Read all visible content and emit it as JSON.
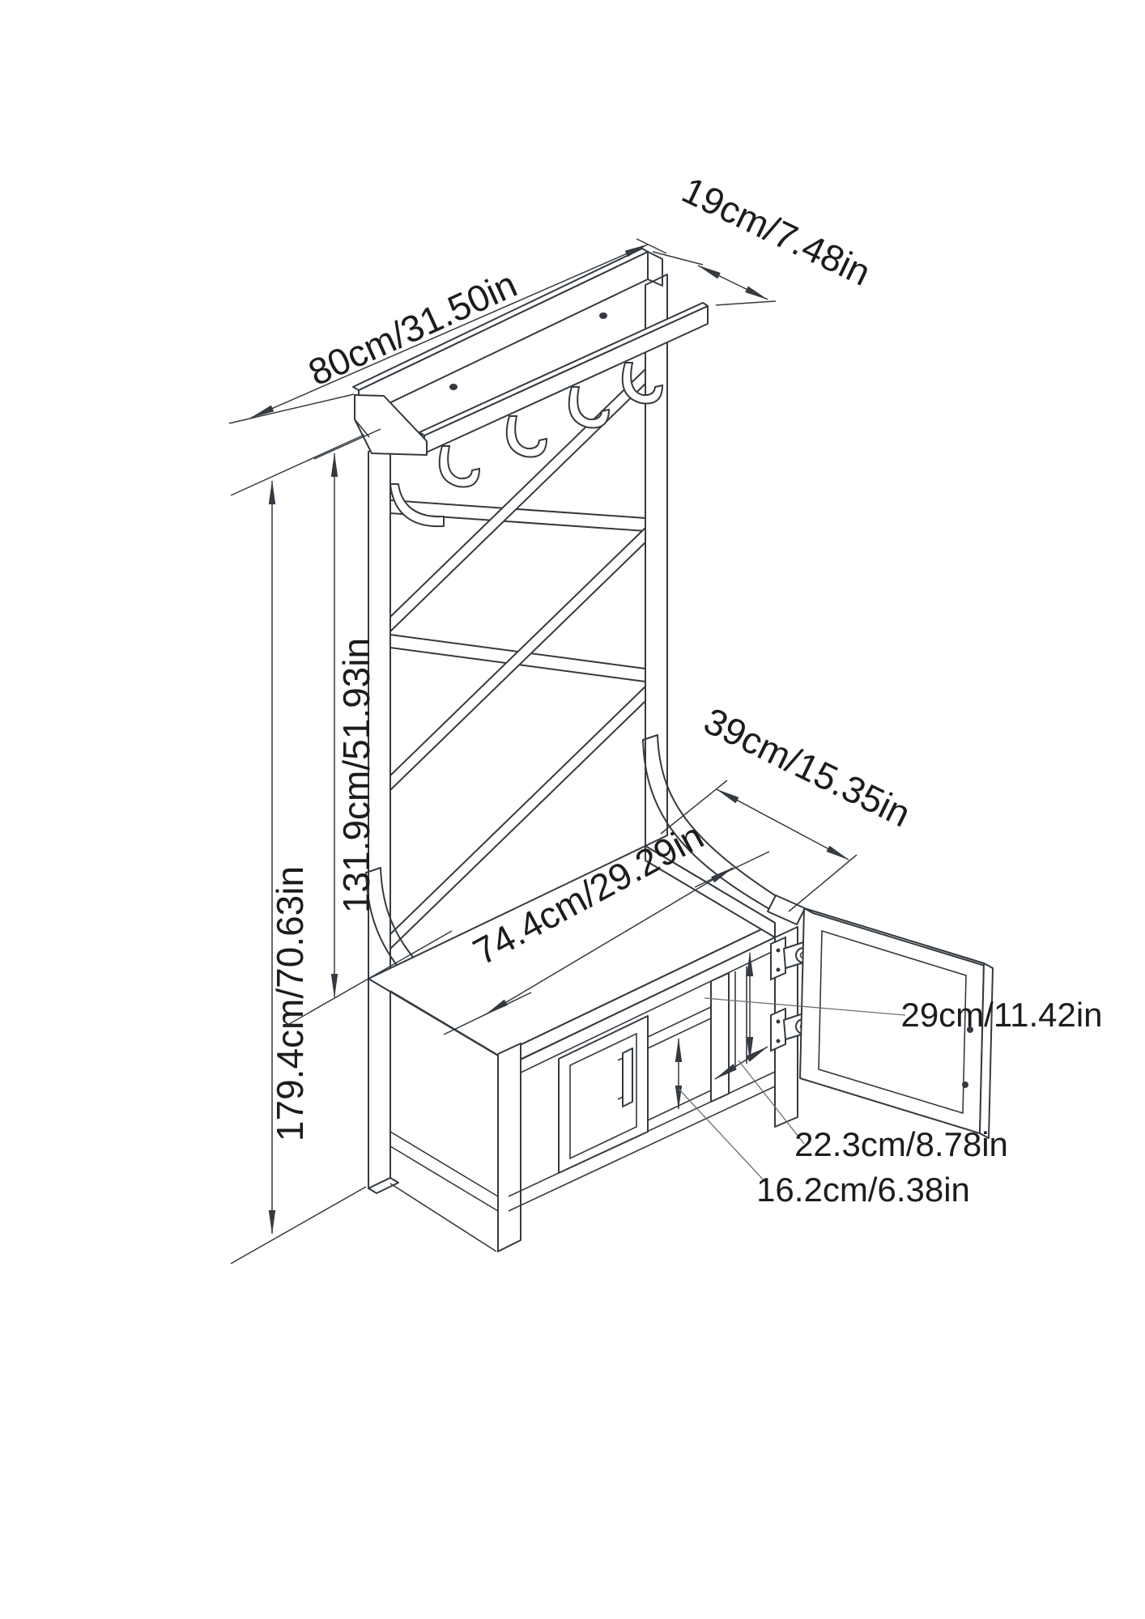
{
  "drawing": {
    "subject": "hall-tree-with-storage-bench-dimension-drawing",
    "background_color": "#ffffff",
    "line_color": "#343a40",
    "text_color": "#1c1c1c",
    "dimensions": {
      "shelf_width": "80cm/31.50in",
      "shelf_depth": "19cm/7.48in",
      "total_height": "179.4cm/70.63in",
      "upper_section_height": "131.9cm/51.93in",
      "bench_depth": "39cm/15.35in",
      "bench_width": "74.4cm/29.29in",
      "door_height": "29cm/11.42in",
      "opening_height": "22.3cm/8.78in",
      "shelf_gap": "16.2cm/6.38in"
    }
  }
}
